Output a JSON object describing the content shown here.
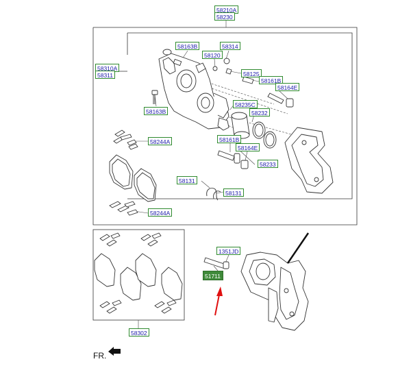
{
  "diagram": {
    "labels": {
      "l58210a": "58210A",
      "l58230": "58230",
      "l58310a": "58310A",
      "l58311": "58311",
      "l58163b_top": "58163B",
      "l58314": "58314",
      "l58120": "58120",
      "l58125": "58125",
      "l58161b_top": "58161B",
      "l58164e_top": "58164E",
      "l58163b_left": "58163B",
      "l58235c": "58235C",
      "l58232": "58232",
      "l58244a_top": "58244A",
      "l58161b_mid": "58161B",
      "l58164e_mid": "58164E",
      "l58233": "58233",
      "l58131_a": "58131",
      "l58131_b": "58131",
      "l58244a_bot": "58244A",
      "l1351jd": "1351JD",
      "l51711": "51711",
      "l58302": "58302"
    },
    "front_indicator": "FR.",
    "colors": {
      "label_text": "#1a1aa8",
      "label_border": "#2f8a2f",
      "highlight_fill": "#3f8a3a",
      "arrow": "#e01010"
    }
  }
}
